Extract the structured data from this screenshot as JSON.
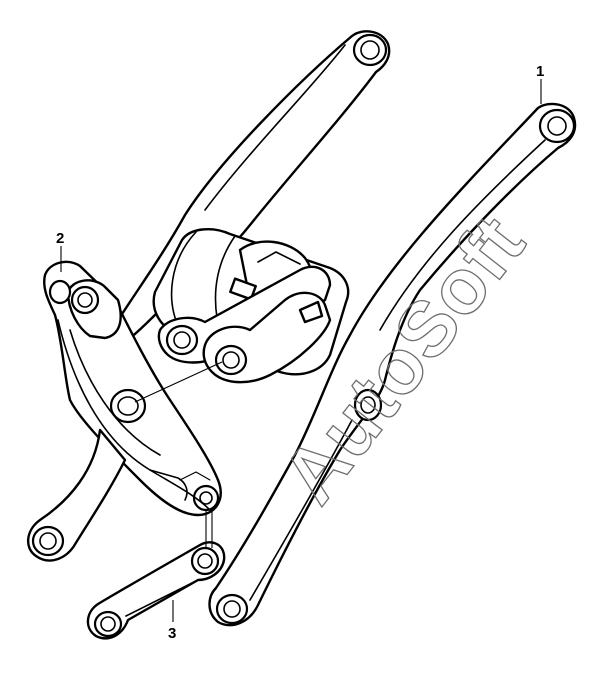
{
  "callouts": {
    "c1": "1",
    "c2": "2",
    "c3": "3"
  },
  "watermark": "AutoSoft",
  "colors": {
    "line": "#000000",
    "background": "#ffffff",
    "watermark": "#6f6f6f"
  }
}
